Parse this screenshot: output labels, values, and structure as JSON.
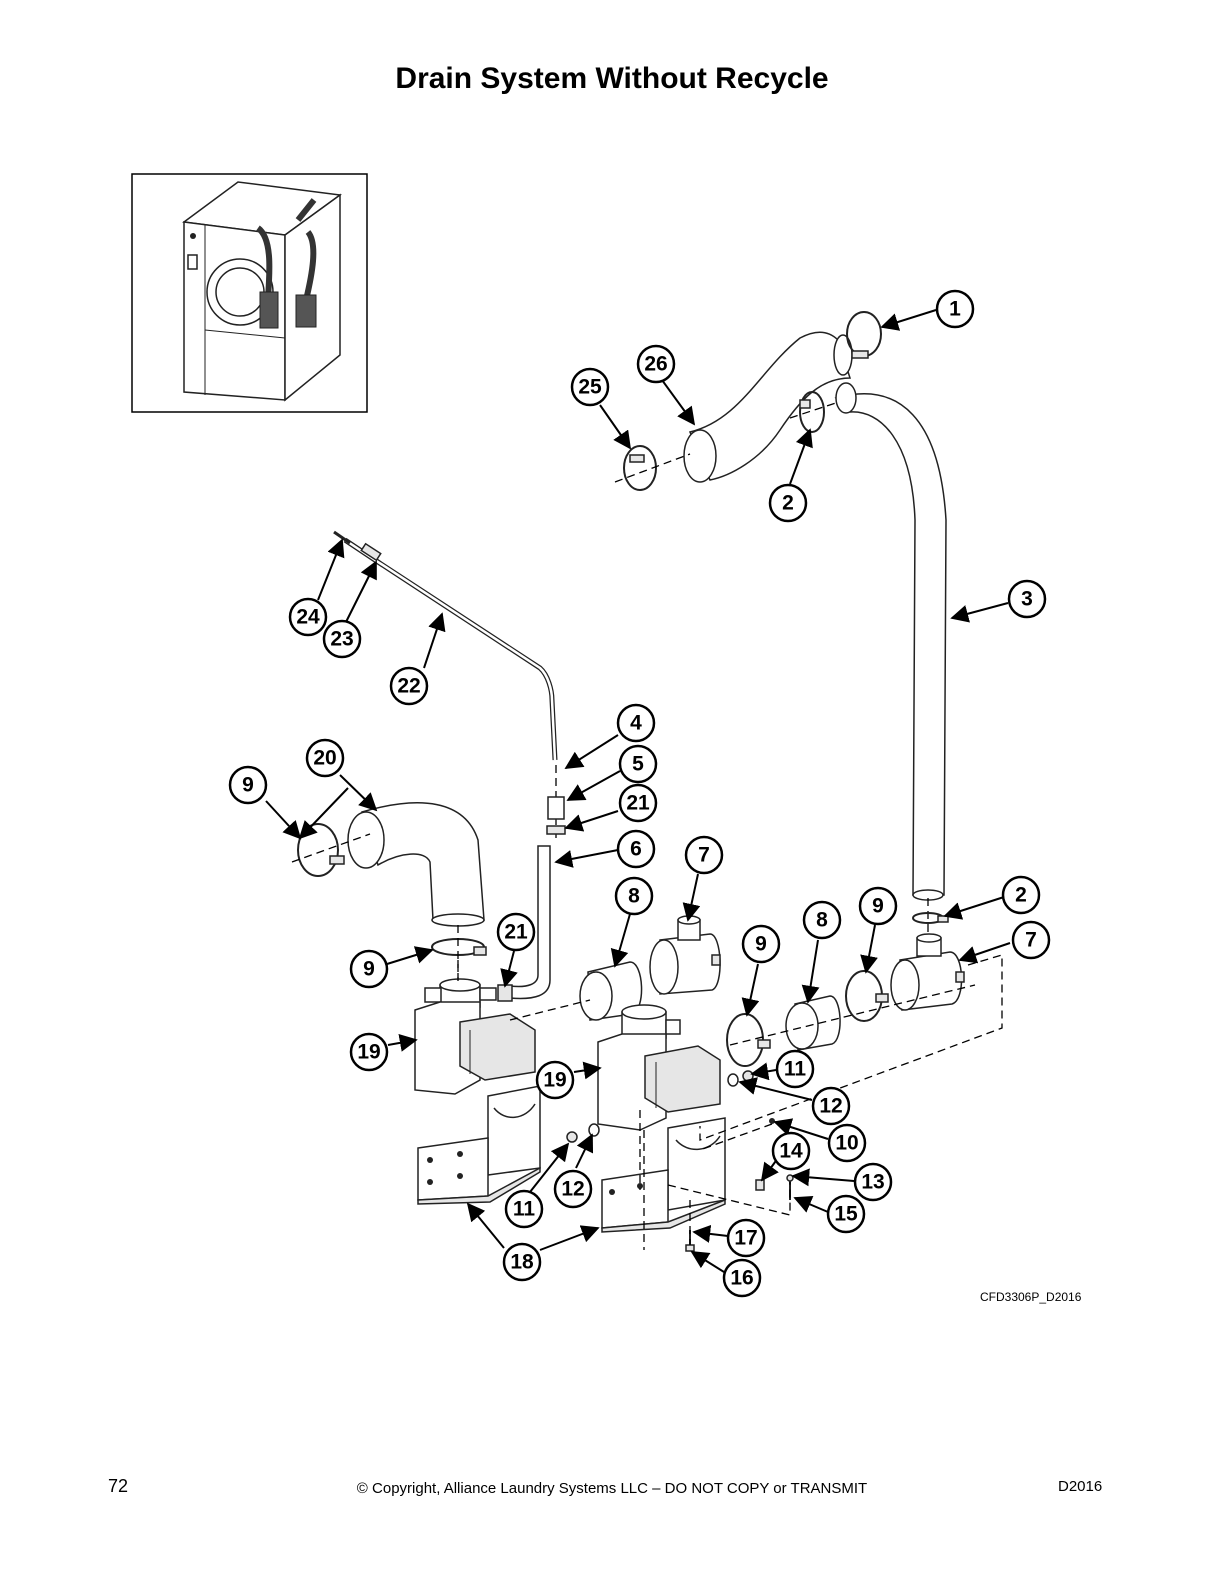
{
  "title": "Drain System Without Recycle",
  "drawing_code": "CFD3306P_D2016",
  "footer": {
    "page_number": "72",
    "copyright": "© Copyright, Alliance Laundry Systems LLC – DO NOT COPY or TRANSMIT",
    "doc_code": "D2016"
  },
  "callouts": {
    "c1": "1",
    "c2a": "2",
    "c2b": "2",
    "c3": "3",
    "c4": "4",
    "c5": "5",
    "c6": "6",
    "c7a": "7",
    "c7b": "7",
    "c8a": "8",
    "c8b": "8",
    "c9a": "9",
    "c9b": "9",
    "c9c": "9",
    "c9d": "9",
    "c10": "10",
    "c11a": "11",
    "c11b": "11",
    "c12a": "12",
    "c12b": "12",
    "c13": "13",
    "c14": "14",
    "c15": "15",
    "c16": "16",
    "c17": "17",
    "c18": "18",
    "c19a": "19",
    "c19b": "19",
    "c20": "20",
    "c21a": "21",
    "c21b": "21",
    "c22": "22",
    "c23": "23",
    "c24": "24",
    "c25": "25",
    "c26": "26"
  }
}
